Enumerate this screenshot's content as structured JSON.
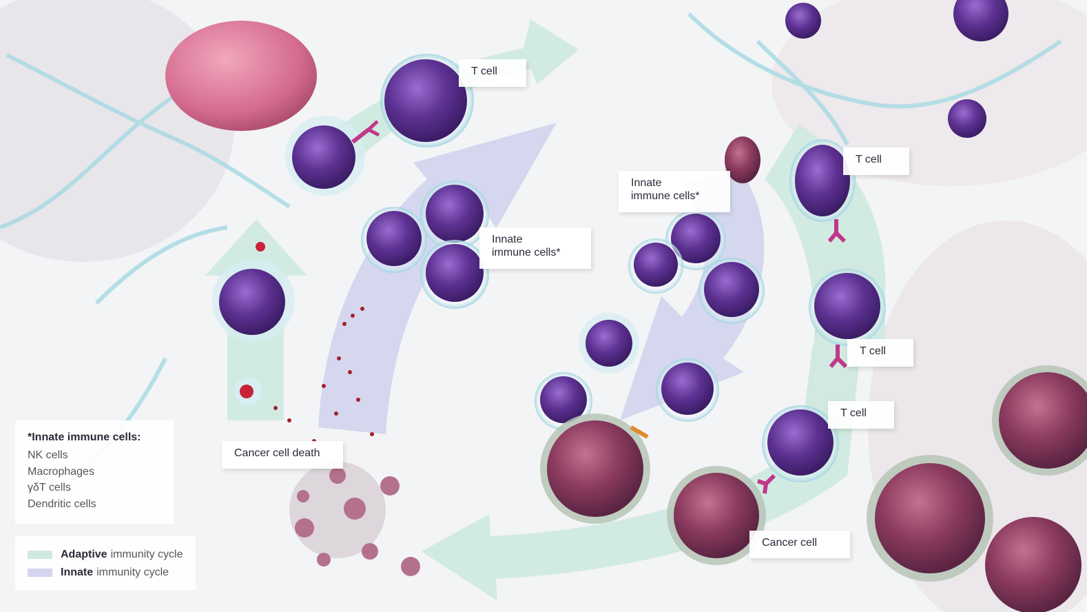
{
  "labels": {
    "t_cell_top": "T cell",
    "innate_left_line1": "Innate",
    "innate_left_line2": "immune cells*",
    "innate_right_line1": "Innate",
    "innate_right_line2": "immune cells*",
    "t_cell_right_upper": "T cell",
    "t_cell_right_middle": "T cell",
    "t_cell_right_lower": "T cell",
    "cancer_cell_death": "Cancer cell death",
    "cancer_cell": "Cancer cell"
  },
  "legend": {
    "title": "*Innate immune cells:",
    "items": [
      "NK cells",
      "Macrophages",
      "γδT cells",
      "Dendritic cells"
    ]
  },
  "cycle_legend": {
    "adaptive_bold": "Adaptive",
    "adaptive_rest": "immunity cycle",
    "innate_bold": "Innate",
    "innate_rest": "immunity cycle"
  },
  "colors": {
    "adaptive": "#cfe9df",
    "innate": "#d3d4ee",
    "immune_cell": "#6a3a9a",
    "cancer_cell": "#8a3a5e",
    "fiber": "#a9dbe3",
    "antibody": "#c0388a"
  }
}
